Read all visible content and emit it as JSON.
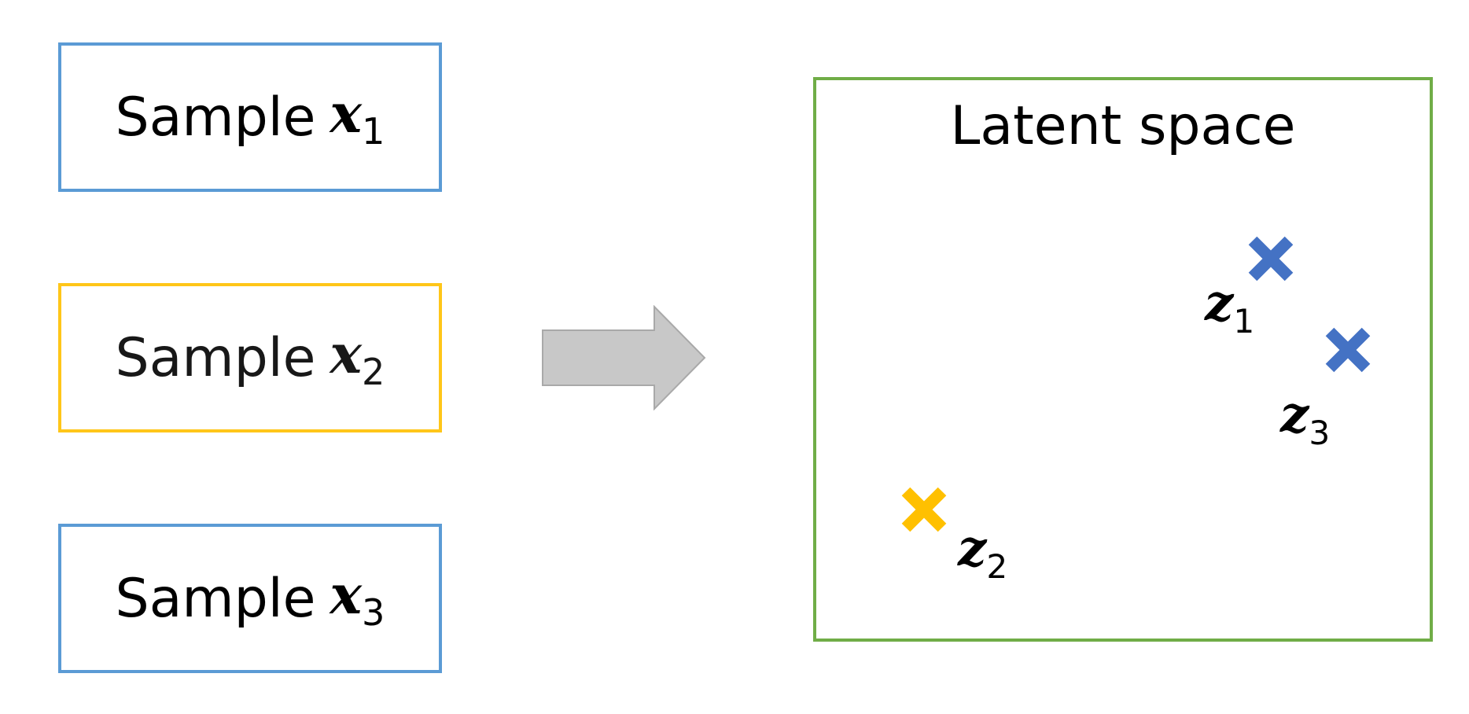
{
  "samples": [
    {
      "label": "Sample",
      "var": "x",
      "index": "1",
      "color": "#5b9bd5"
    },
    {
      "label": "Sample",
      "var": "x",
      "index": "2",
      "color": "#ffc000"
    },
    {
      "label": "Sample",
      "var": "x",
      "index": "3",
      "color": "#5b9bd5"
    }
  ],
  "arrow": {
    "color": "#c8c8c8"
  },
  "latent": {
    "title": "Latent space",
    "border_color": "#70ad47",
    "points": [
      {
        "var": "z",
        "index": "1",
        "color": "#4472c4",
        "marker": "cross-icon"
      },
      {
        "var": "z",
        "index": "2",
        "color": "#ffc000",
        "marker": "cross-icon"
      },
      {
        "var": "z",
        "index": "3",
        "color": "#4472c4",
        "marker": "cross-icon"
      }
    ]
  }
}
